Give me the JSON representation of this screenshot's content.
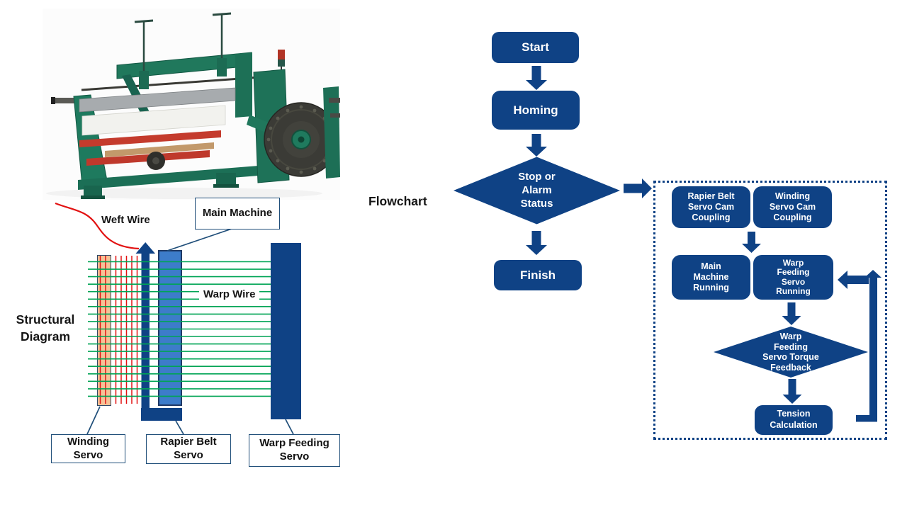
{
  "palette": {
    "navy": "#0F4285",
    "light_blue": "#3D7CCA",
    "orange": "#F6C296",
    "warp_green": "#00A455",
    "weft_red": "#E21212",
    "machine_green": "#1E7A5E"
  },
  "structural": {
    "title": "Structural\nDiagram",
    "weft_wire": "Weft Wire",
    "warp_wire": "Warp Wire",
    "main_machine": "Main Machine",
    "winding_servo": "Winding\nServo",
    "rapier_belt_servo": "Rapier Belt\nServo",
    "warp_feeding_servo": "Warp Feeding\nServo"
  },
  "flowchart": {
    "label": "Flowchart",
    "start": "Start",
    "homing": "Homing",
    "decision": "Stop or\nAlarm\nStatus",
    "finish": "Finish"
  },
  "subprocess": {
    "rapier_belt_cam": "Rapier Belt\nServo Cam\nCoupling",
    "winding_cam": "Winding\nServo Cam\nCoupling",
    "main_machine_running": "Main\nMachine\nRunning",
    "warp_feeding_running": "Warp\nFeeding\nServo\nRunning",
    "torque_feedback": "Warp\nFeeding\nServo Torque\nFeedback",
    "tension_calculation": "Tension\nCalculation"
  }
}
